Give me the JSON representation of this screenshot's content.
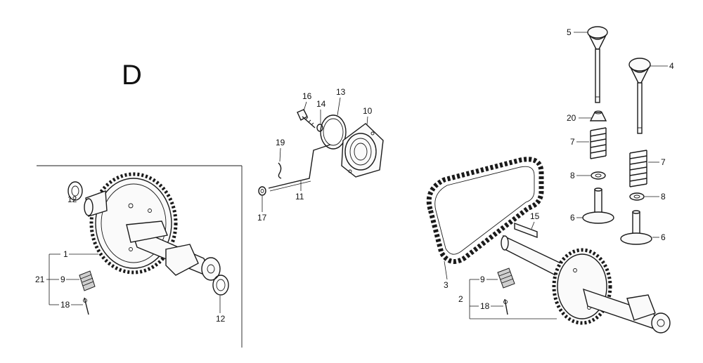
{
  "diagram": {
    "section_letter": "D",
    "callouts": {
      "c1": "1",
      "c2": "2",
      "c3": "3",
      "c4": "4",
      "c5": "5",
      "c6a": "6",
      "c6b": "6",
      "c7a": "7",
      "c7b": "7",
      "c8a": "8",
      "c8b": "8",
      "c9a": "9",
      "c9b": "9",
      "c10": "10",
      "c11": "11",
      "c12a": "12",
      "c12b": "12",
      "c13": "13",
      "c14": "14",
      "c15": "15",
      "c16": "16",
      "c17": "17",
      "c18a": "18",
      "c18b": "18",
      "c19": "19",
      "c20": "20",
      "c21": "21"
    }
  }
}
